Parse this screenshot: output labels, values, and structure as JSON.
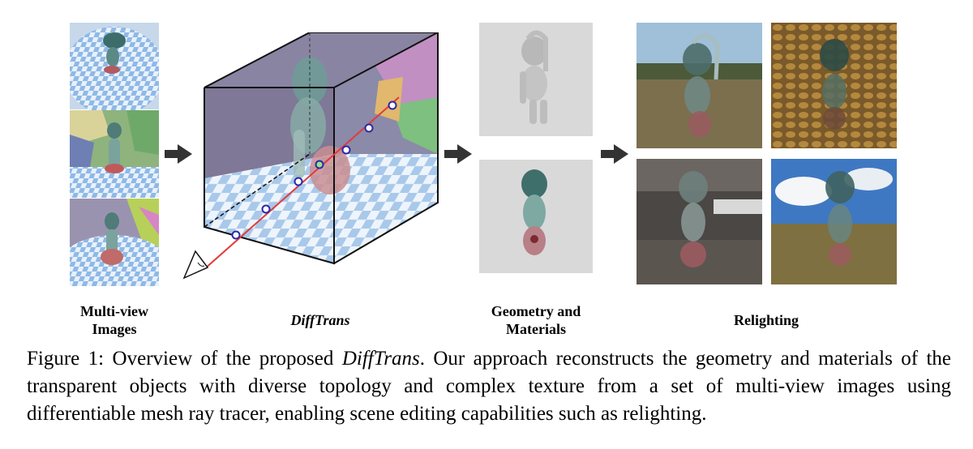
{
  "labels": {
    "multiview": "Multi-view Images",
    "method": "DiffTrans",
    "geometry": "Geometry and Materials",
    "relighting": "Relighting"
  },
  "caption": {
    "prefix": "Figure 1: Overview of the proposed ",
    "method": "DiffTrans",
    "suffix": ". Our approach reconstructs the geometry and materials of the transparent objects with diverse topology and complex texture from a set of multi-view images using differentiable mesh ray tracer, enabling scene editing capabilities such as relighting."
  },
  "colors": {
    "checker_blue": "#a9c9ea",
    "glass_teal": "#6f9a96",
    "ray_red": "#e23b3b",
    "arrow": "#333333",
    "box_back": "#7f7896"
  },
  "icons": [
    "arrow-right-icon",
    "camera-icon"
  ]
}
